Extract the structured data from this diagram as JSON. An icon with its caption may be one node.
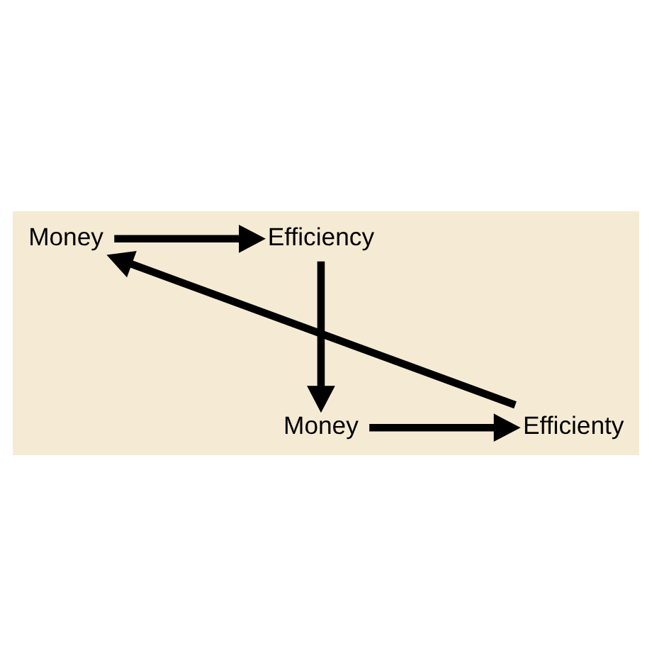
{
  "diagram": {
    "nodes": [
      {
        "text": [
          "Money"
        ]
      },
      {
        "text": [
          "Efficiency"
        ]
      },
      {
        "text": [
          "Money"
        ]
      },
      {
        "text": [
          "Efficienty"
        ]
      }
    ],
    "edges": [
      {
        "from": 0,
        "to": 1,
        "arrow": "to"
      },
      {
        "from": 1,
        "to": 2,
        "arrow": "to"
      },
      {
        "from": 2,
        "to": 3,
        "arrow": "to"
      },
      {
        "from": 3,
        "to": 0,
        "arrow": "to"
      }
    ]
  }
}
